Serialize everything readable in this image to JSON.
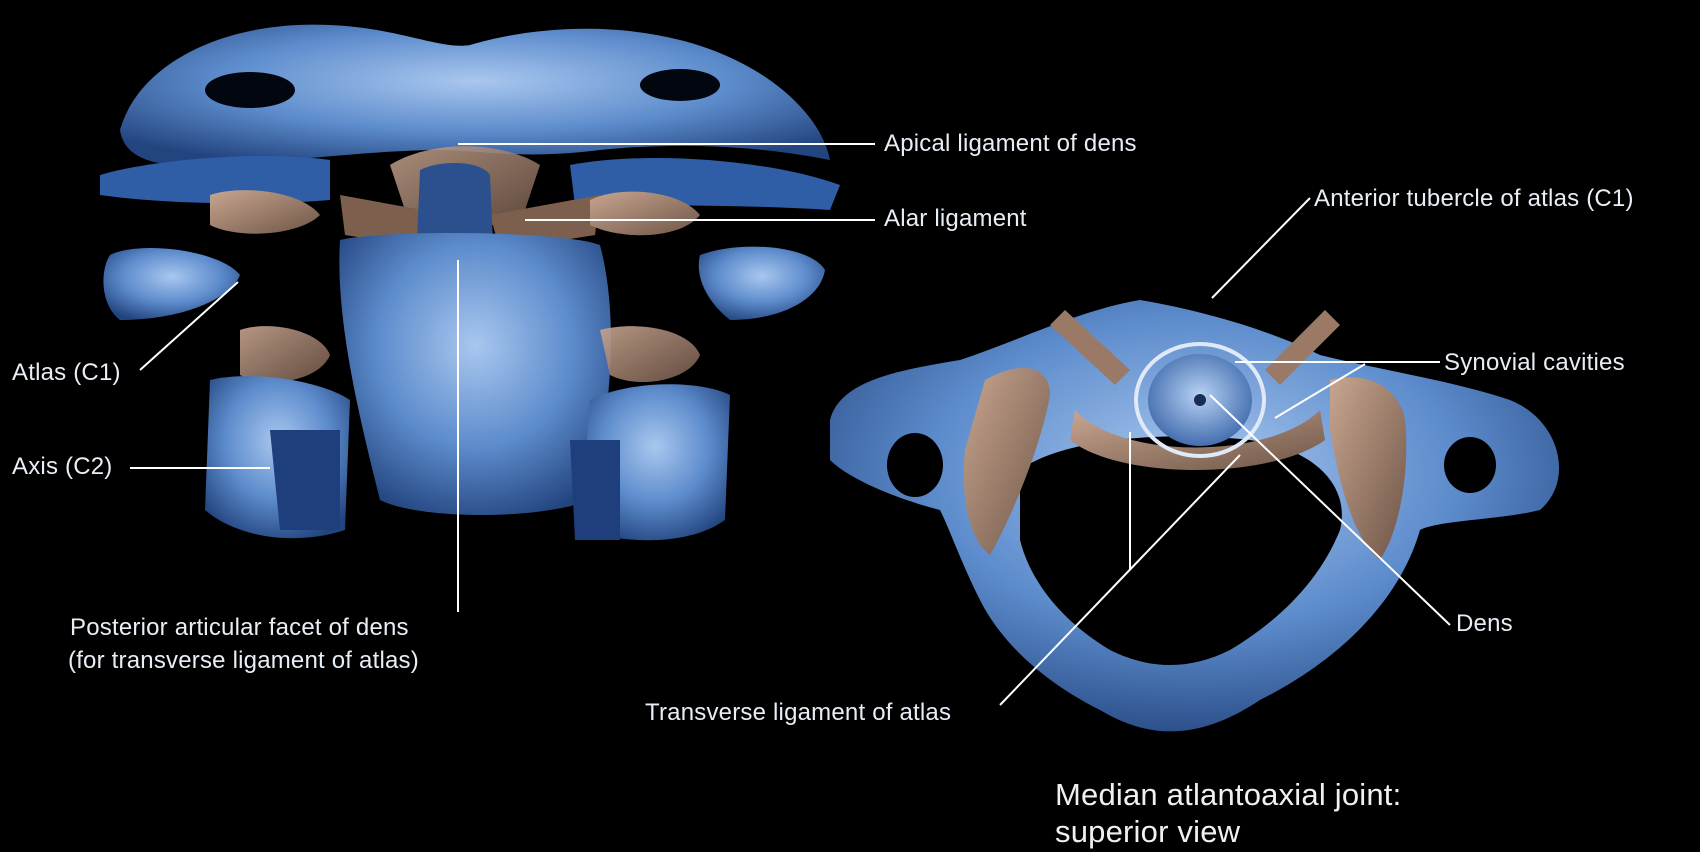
{
  "labels": {
    "apical_ligament": "Apical ligament of dens",
    "alar_ligament": "Alar ligament",
    "atlas": "Atlas (C1)",
    "axis": "Axis (C2)",
    "posterior_facet_line1": "Posterior articular facet of dens",
    "posterior_facet_line2": "(for transverse ligament of atlas)",
    "anterior_tubercle": "Anterior tubercle of atlas (C1)",
    "synovial_cavities": "Synovial cavities",
    "dens": "Dens",
    "transverse_ligament": "Transverse ligament of atlas"
  },
  "caption": {
    "line1": "Median atlantoaxial joint:",
    "line2": "superior view"
  },
  "colors": {
    "background": "#000000",
    "bone_light": "#8fb4e6",
    "bone_mid": "#4f7fc4",
    "bone_dark": "#1d3c78",
    "ligament": "#9a7a66",
    "leader_line": "#ffffff"
  }
}
